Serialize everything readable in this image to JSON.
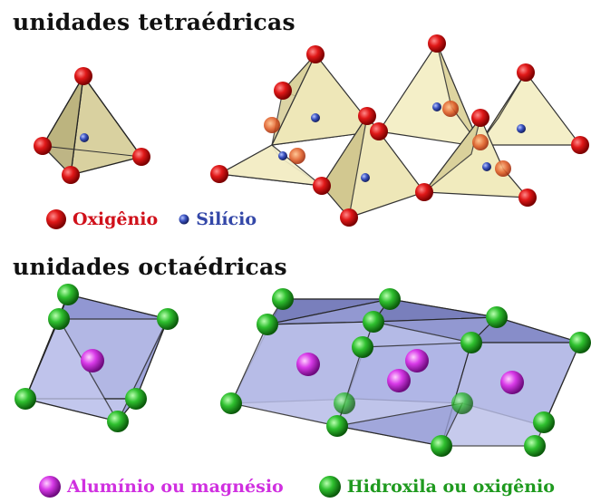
{
  "tetrahedral": {
    "title": "unidades tetraédricas",
    "legend": [
      {
        "label": "Oxigênio",
        "color": "#d0101a",
        "icon": "red-sphere-icon"
      },
      {
        "label": "Silício",
        "color": "#3347a8",
        "icon": "blue-dot-icon"
      }
    ]
  },
  "octahedral": {
    "title": "unidades octaédricas",
    "legend": [
      {
        "label": "Alumínio ou magnésio",
        "color": "#d030e0",
        "icon": "magenta-sphere-icon"
      },
      {
        "label": "Hidroxila ou oxigênio",
        "color": "#1f9a1f",
        "icon": "green-sphere-icon"
      }
    ]
  },
  "colors": {
    "tetra_face": "#f3eec0",
    "tetra_face_dark": "#c9c08a",
    "octa_face": "#a9aee0",
    "octa_face_dark": "#5b5f9a",
    "oxygen": "#d0101a",
    "silicon": "#3347a8",
    "cation": "#d030e0",
    "hydroxyl": "#27b327"
  }
}
